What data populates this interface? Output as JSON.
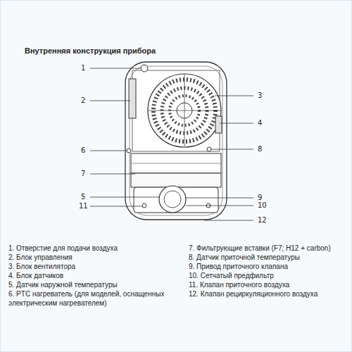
{
  "diagram": {
    "title": "Внутренняя конструкция прибора",
    "labels": [
      "1",
      "2",
      "3",
      "4",
      "6",
      "8",
      "7",
      "5",
      "9",
      "11",
      "10",
      "12",
      "1. Отверстие для подачи воздуха",
      "2. Блок управления",
      "3. Блок вентилятора",
      "4. Блок датчиков",
      "5. Датчик наружной температуры",
      "6. PTC нагреватель (для моделей, оснащенных электрическим нагревателем)",
      "7. Фильтрующие вставки (F7; H12 + carbon)",
      "8. Датчик приточной температуры",
      "9. Привод приточного клапана",
      "10. Сетчатый предфильтр",
      "11. Клапан приточного воздуха",
      "12. Клапан рециркуляционного воздуха"
    ]
  }
}
